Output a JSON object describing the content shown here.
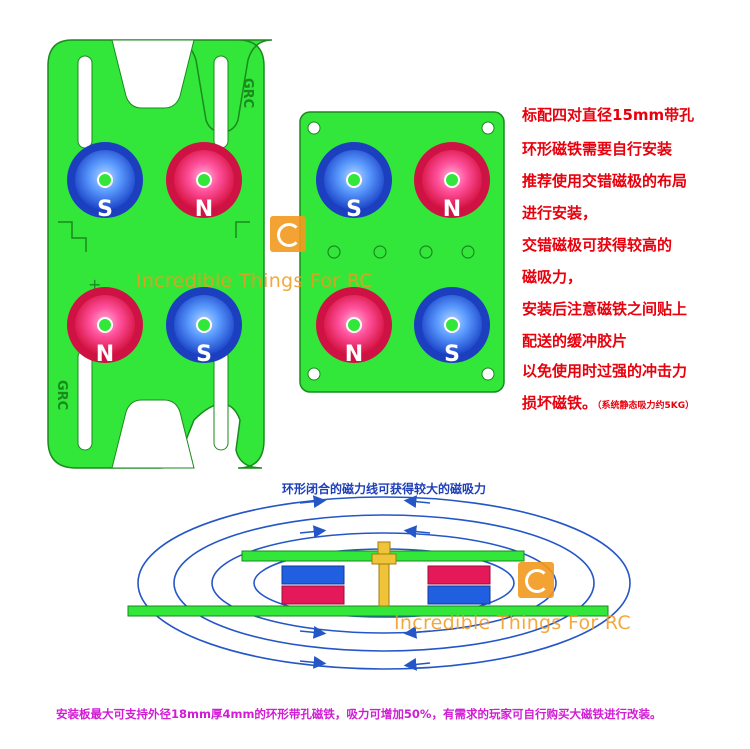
{
  "plates": {
    "left_labels": [
      "S",
      "N",
      "N",
      "S"
    ],
    "right_labels": [
      "S",
      "N",
      "N",
      "S"
    ],
    "brand_mark": "GRC",
    "plus_sign": "+"
  },
  "notes": [
    "标配四对直径15mm带孔",
    "环形磁铁需要自行安装",
    "推荐使用交错磁极的布局",
    "进行安装，",
    "交错磁极可获得较高的",
    "磁吸力，",
    "安装后注意磁铁之间贴上",
    "配送的缓冲胶片",
    "以免使用时过强的冲击力",
    "损坏磁铁。"
  ],
  "notes_small": "（系统静态吸力约5KG）",
  "cross_section": {
    "caption": "环形闭合的磁力线可获得较大的磁吸力"
  },
  "bottom_note": "安装板最大可支持外径18mm厚4mm的环形带孔磁铁，吸力可增加50%，有需求的玩家可自行购买大磁铁进行改装。",
  "watermark": {
    "text": "Incredible Things For RC",
    "logo": "orange-g-logo"
  },
  "colors": {
    "plate_green": "#33e63a",
    "plate_edge": "#1a8a1f",
    "magnet_blue": "#1f5fe0",
    "magnet_red": "#e5195a",
    "note_red": "#e8000d",
    "caption_blue": "#1f3fb8",
    "bottom_magenta": "#d21cd4",
    "watermark_orange": "#f29a1d"
  }
}
